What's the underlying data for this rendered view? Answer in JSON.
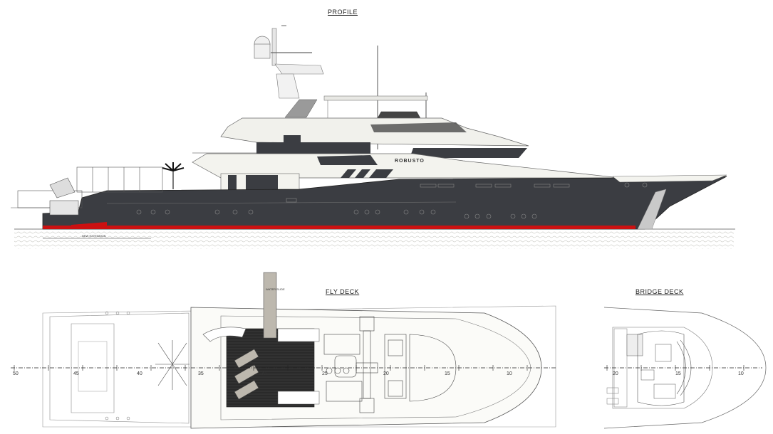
{
  "titles": {
    "profile": "PROFILE",
    "fly_deck": "FLY DECK",
    "bridge_deck": "BRIDGE DECK"
  },
  "labels": {
    "yacht_name": "ROBUSTO",
    "new_extension": "NEW EXTENSION",
    "water_slide": "WATER SLIDE"
  },
  "fly_scale": [
    "50",
    "45",
    "40",
    "35",
    "30",
    "25",
    "20",
    "15",
    "10"
  ],
  "bridge_scale": [
    "20",
    "15",
    "10"
  ],
  "colors": {
    "hull": "#3b3d42",
    "superstructure": "#efefe8",
    "boot_stripe": "#cc1111",
    "teak": "#2a2a2a",
    "water": "#e7e7e3"
  }
}
